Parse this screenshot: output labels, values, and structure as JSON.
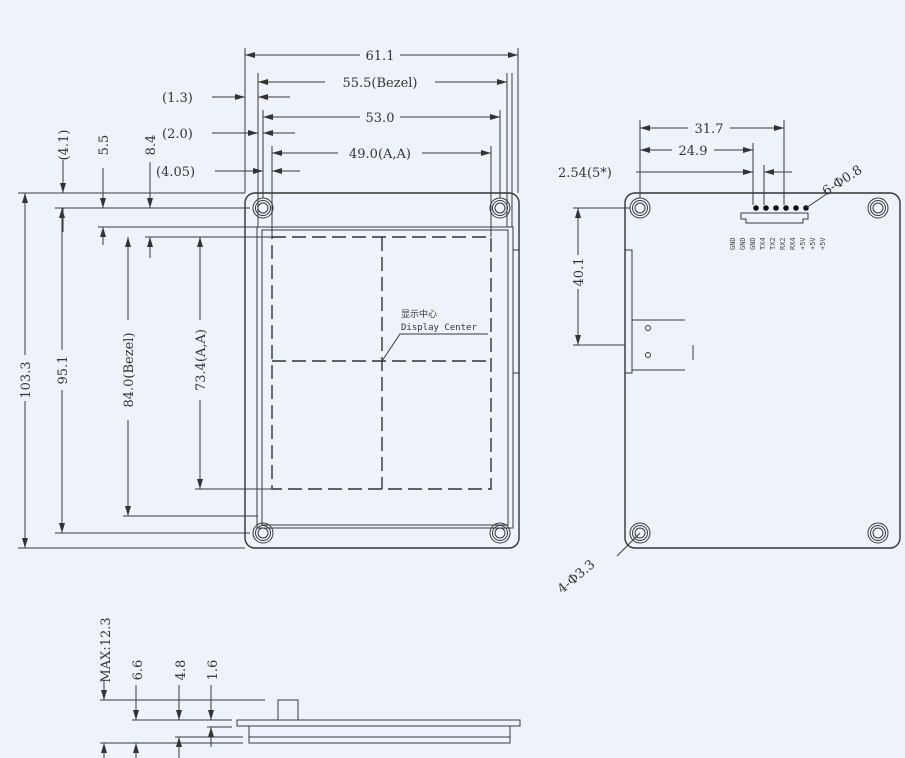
{
  "front_view": {
    "dims_top": {
      "overall_width": "61.1",
      "bezel_width": "55.5(Bezel)",
      "hole_pitch_x": "53.0",
      "aa_width": "49.0(A,A)",
      "offset_1": "(1.3)",
      "offset_2": "(2.0)",
      "offset_3": "(4.05)"
    },
    "dims_left": {
      "overall_height": "103.3",
      "hole_pitch_y": "95.1",
      "bezel_height": "84.0(Bezel)",
      "aa_height": "73.4(A,A)",
      "offset_1": "(4.1)",
      "offset_2": "5.5",
      "offset_3": "8.4"
    },
    "center_label_cn": "显示中心",
    "center_label_en": "Display Center"
  },
  "back_view": {
    "dim_31_7": "31.7",
    "dim_24_9": "24.9",
    "pin_pitch": "2.54(5*)",
    "pin_holes": "6-Φ0.8",
    "dim_40_1": "40.1",
    "mount_holes": "4-Φ3.3",
    "pin_labels": [
      "GND",
      "GND",
      "GND",
      "TX4",
      "TX2",
      "RX2",
      "RX4",
      "+5V",
      "+5V",
      "+5V"
    ]
  },
  "side_view": {
    "max_height": "MAX:12.3",
    "dim_6_6": "6.6",
    "dim_4_8": "4.8",
    "dim_1_6": "1.6"
  }
}
